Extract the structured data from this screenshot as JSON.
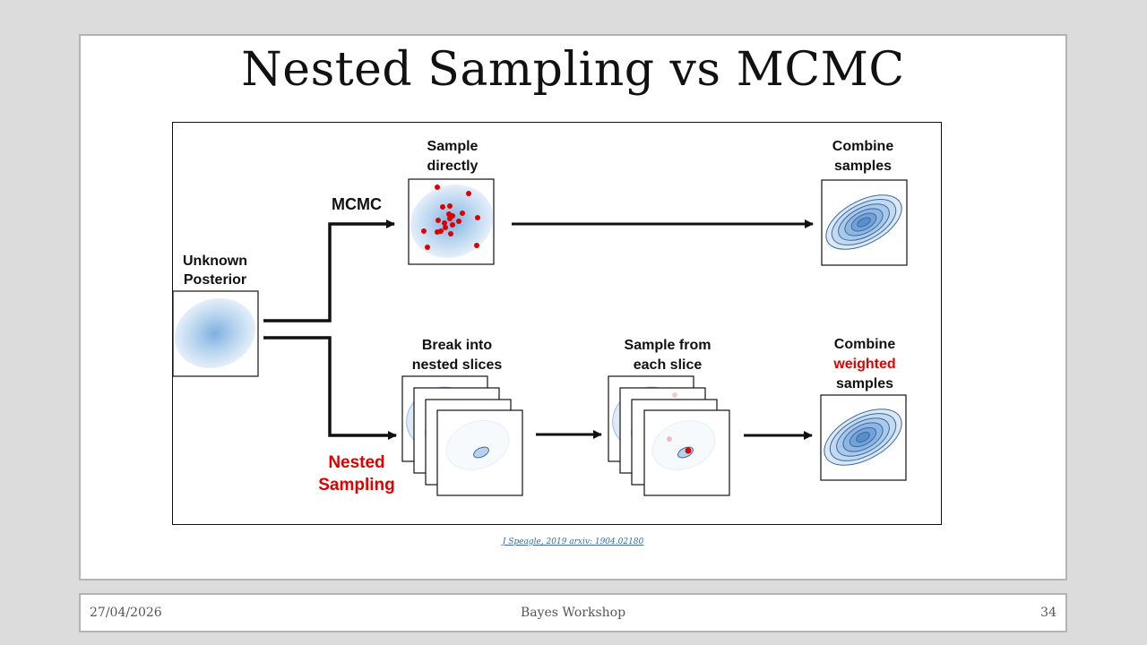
{
  "slide": {
    "title": "Nested Sampling vs MCMC",
    "citation": "J Speagle, 2019 arxiv: 1904.02180"
  },
  "diagram": {
    "unknown_posterior": [
      "Unknown",
      "Posterior"
    ],
    "mcmc_label": "MCMC",
    "nested_label": [
      "Nested",
      "Sampling"
    ],
    "sample_directly": [
      "Sample",
      "directly"
    ],
    "combine_samples": [
      "Combine",
      "samples"
    ],
    "break_slices": [
      "Break into",
      "nested slices"
    ],
    "sample_slice": [
      "Sample from",
      "each slice"
    ],
    "combine_weighted": [
      "Combine",
      "weighted",
      "samples"
    ],
    "colors": {
      "accent": "#e00000",
      "contour": "#5b8fc9"
    }
  },
  "footer": {
    "date": "27/04/2026",
    "center": "Bayes Workshop",
    "page": "34"
  }
}
